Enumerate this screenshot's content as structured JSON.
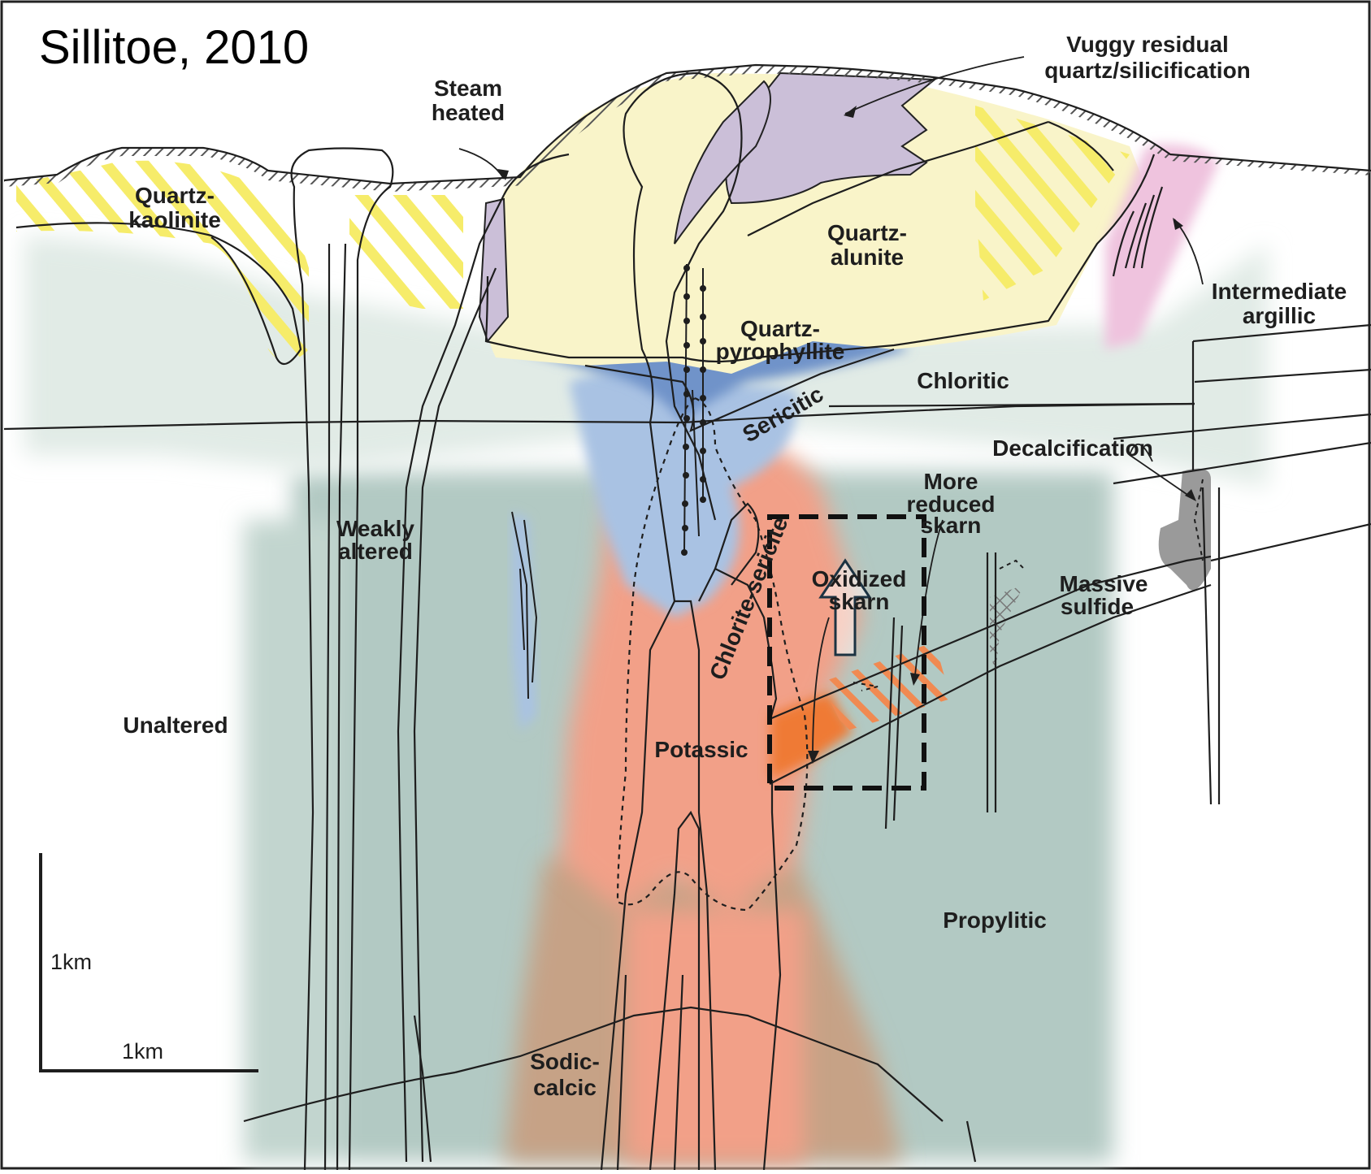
{
  "title": "Sillitoe, 2010",
  "zones": {
    "vuggy_l1": "Vuggy residual",
    "vuggy_l2": "quartz/silicification",
    "steam_l1": "Steam",
    "steam_l2": "heated",
    "qk_l1": "Quartz-",
    "qk_l2": "kaolinite",
    "qa_l1": "Quartz-",
    "qa_l2": "alunite",
    "ia_l1": "Intermediate",
    "ia_l2": "argillic",
    "qp_l1": "Quartz-",
    "qp_l2": "pyrophyllite",
    "chloritic": "Chloritic",
    "sericitic": "Sericitic",
    "decalcification": "Decalcification",
    "mrs_l1": "More",
    "mrs_l2": "reduced",
    "mrs_l3": "skarn",
    "wa_l1": "Weakly",
    "wa_l2": "altered",
    "os_l1": "Oxidized",
    "os_l2": "skarn",
    "ms_l1": "Massive",
    "ms_l2": "sulfide",
    "chlorite_sericite": "Chlorite-sericite",
    "unaltered": "Unaltered",
    "potassic": "Potassic",
    "propylitic": "Propylitic",
    "sc_l1": "Sodic-",
    "sc_l2": "calcic"
  },
  "scale_bar": {
    "vertical_label": "1km",
    "horizontal_label": "1km"
  },
  "colors": {
    "quartz_alunite": "#f9f4c9",
    "vuggy_quartz": "#cbbfd8",
    "pyrophyllite": "#6f93c9",
    "sericitic": "#a9c2e3",
    "chloritic": "#e1ebe6",
    "propylitic": "#b2c9c3",
    "potassic": "#f2a088",
    "sodic_calcic": "#c6a286",
    "oxidized_skarn": "#ef7a34",
    "kaolinite_hatch": "#f6ec6a",
    "intermediate_argillic": "#efc3de",
    "decalcification": "#9a9a9a"
  }
}
